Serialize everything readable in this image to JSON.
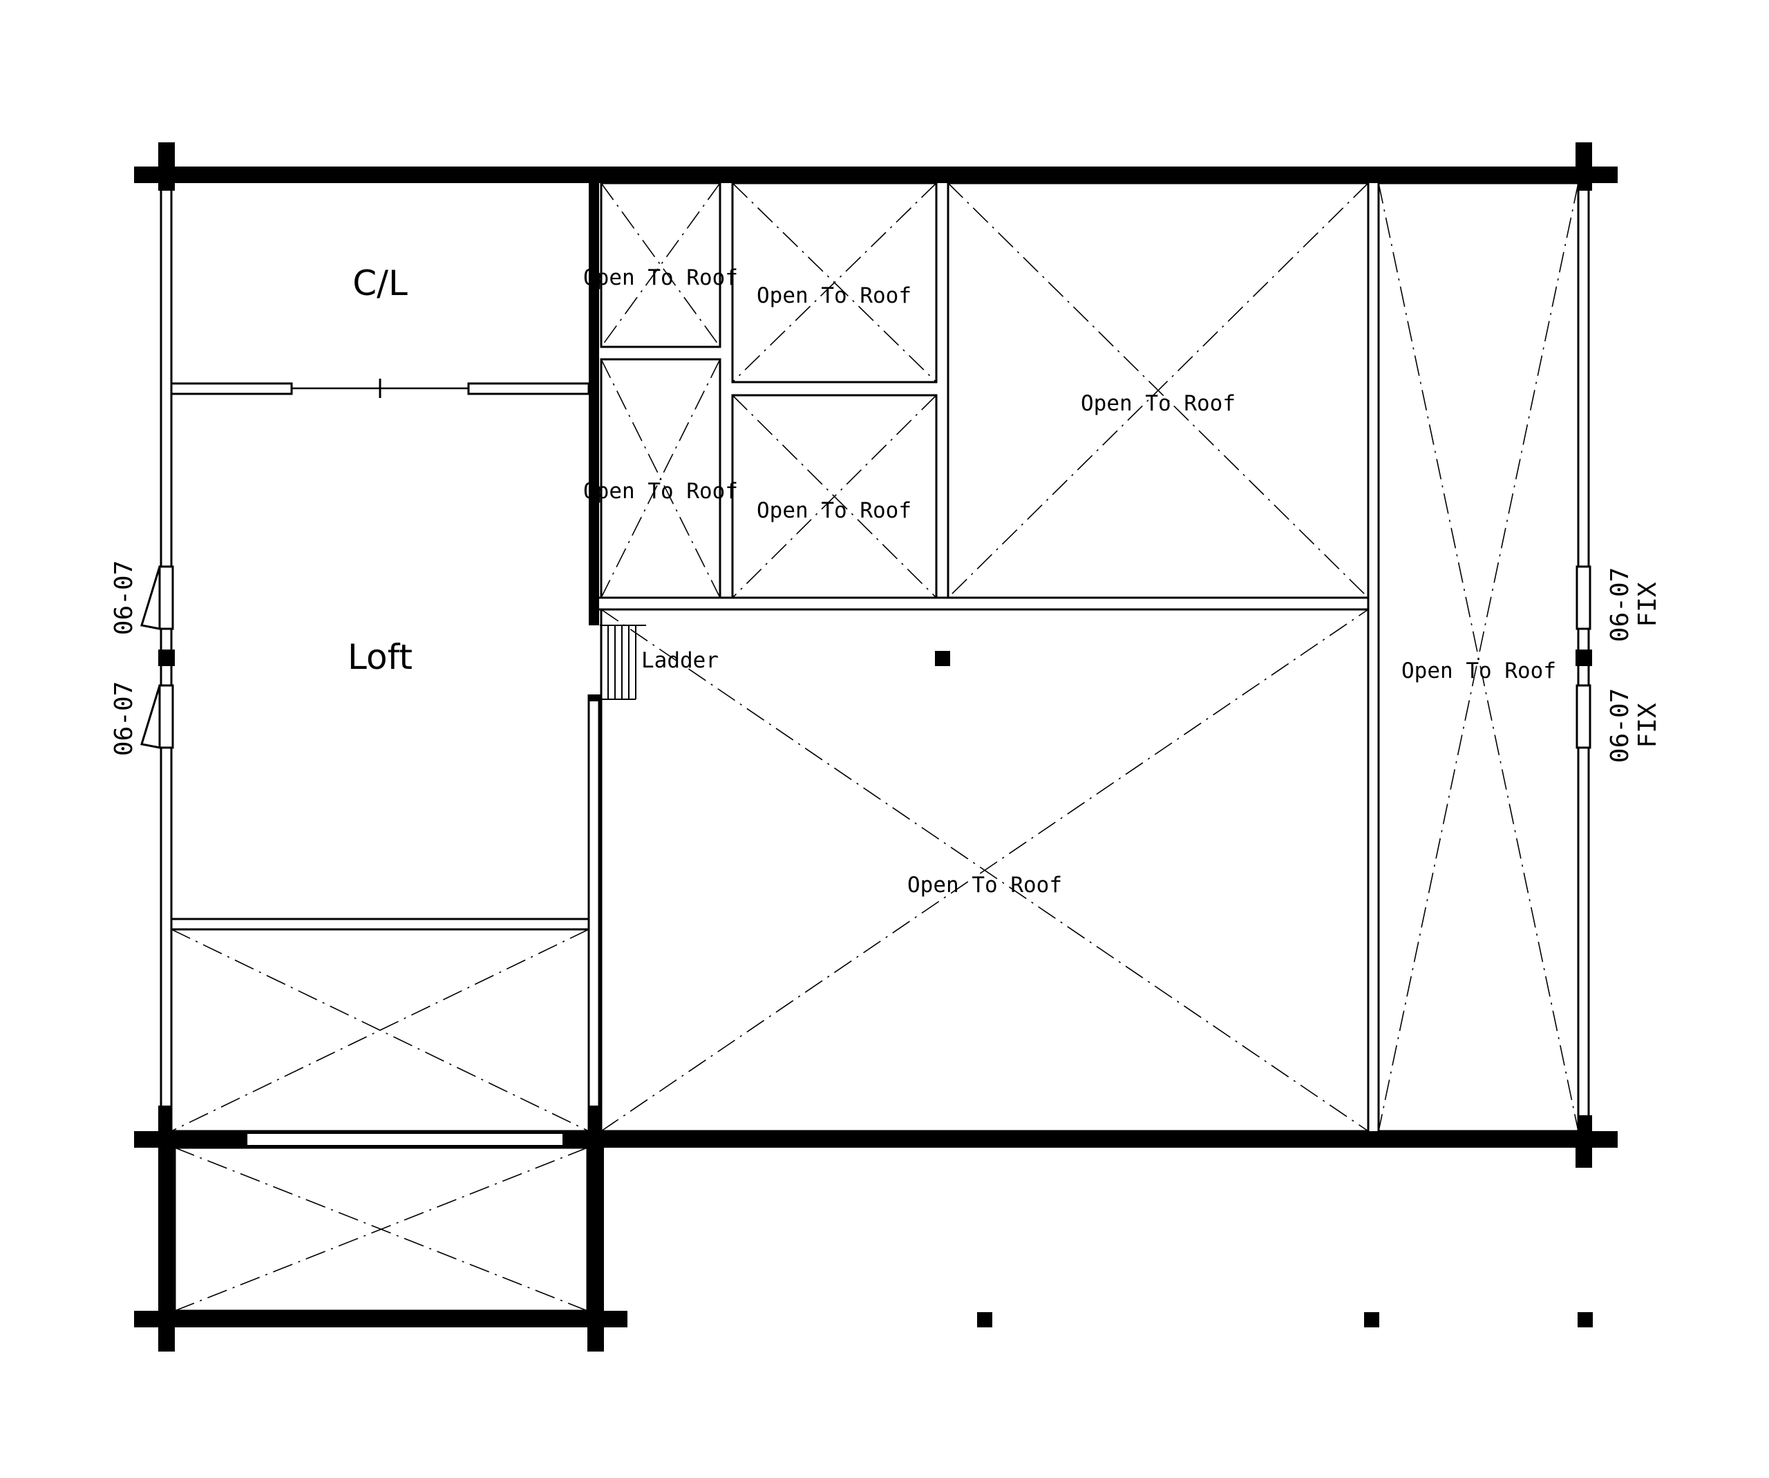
{
  "rooms": {
    "closet": "C/L",
    "loft": "Loft",
    "ladder": "Ladder"
  },
  "open_to_roof": [
    "Open To Roof",
    "Open To Roof",
    "Open To Roof",
    "Open To Roof",
    "Open To Roof",
    "Open To Roof",
    "Open To Roof"
  ],
  "windows": {
    "left_top": "06-07",
    "left_bottom": "06-07",
    "right_top": "06-07",
    "right_top_type": "FIX",
    "right_bottom": "06-07",
    "right_bottom_type": "FIX"
  }
}
